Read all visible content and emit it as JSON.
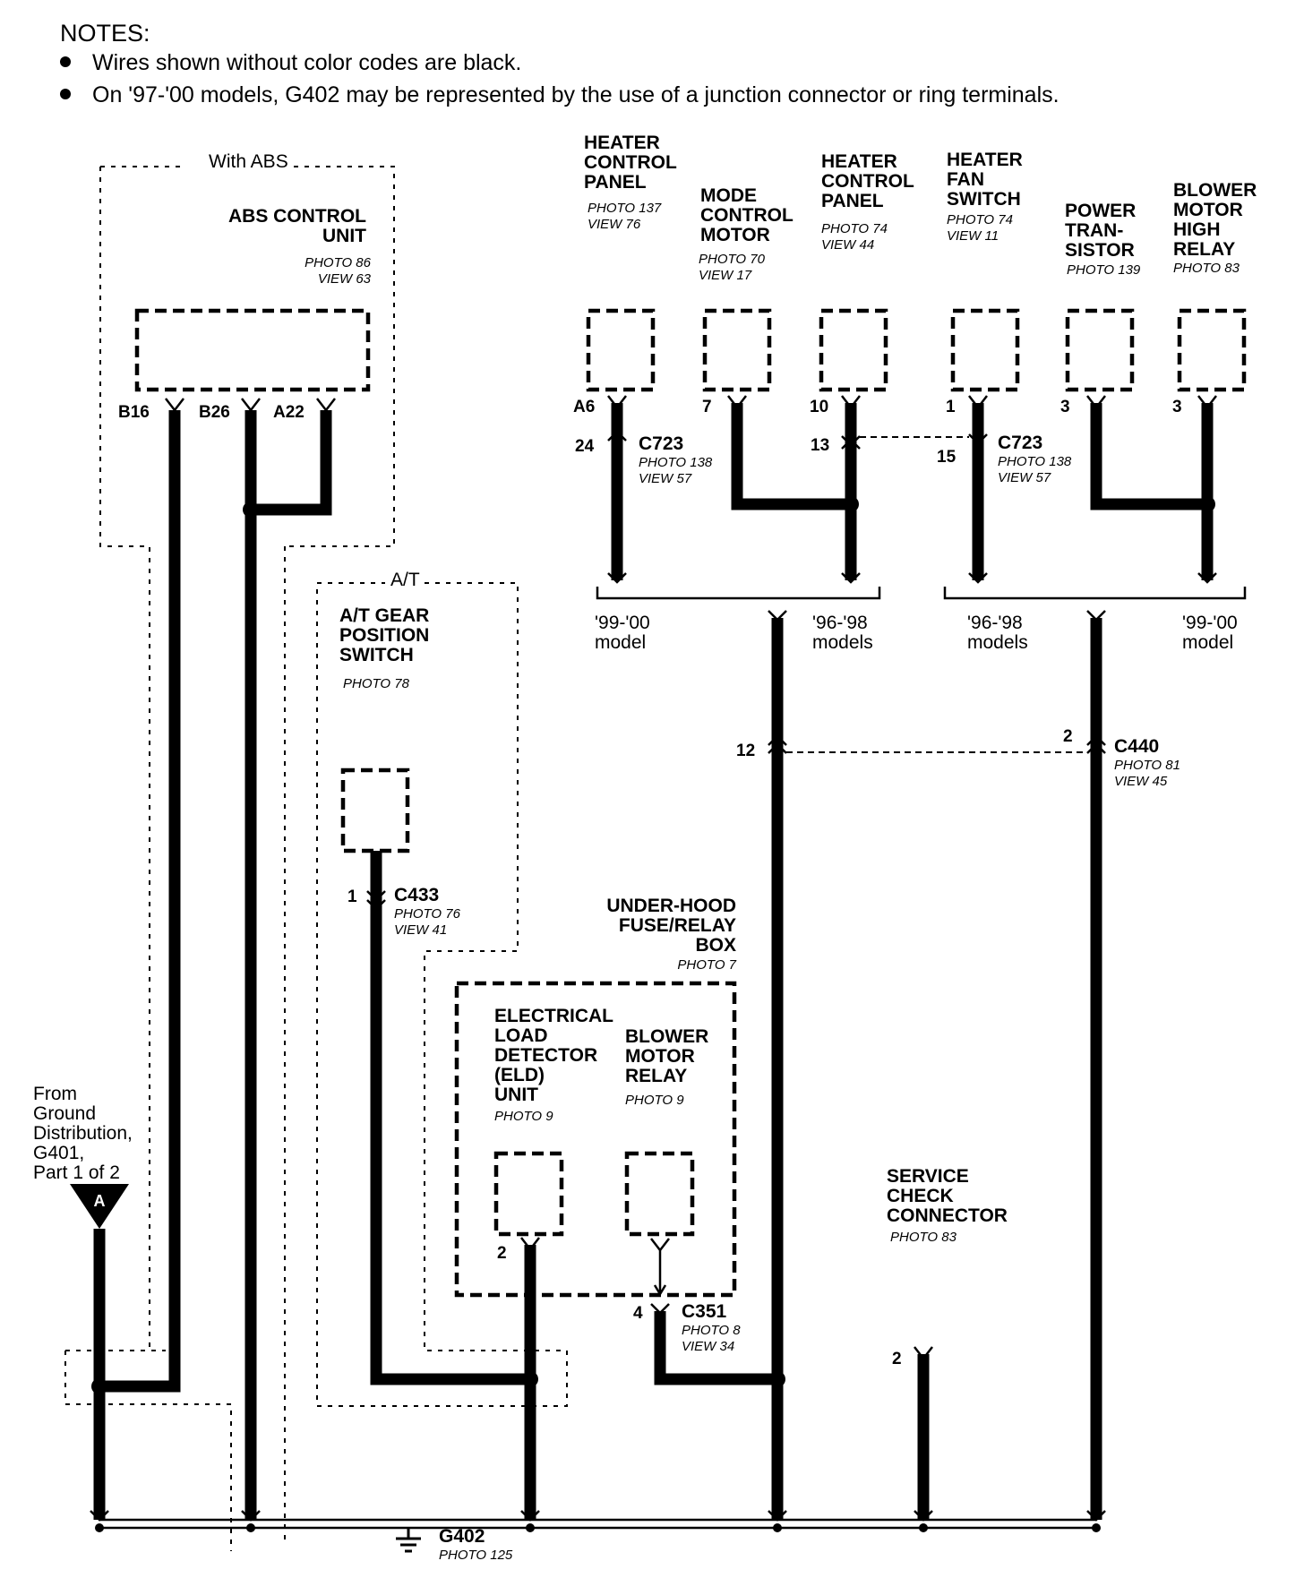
{
  "notes": {
    "heading": "NOTES:",
    "items": [
      "Wires shown without color codes are black.",
      "On '97-'00 models, G402 may be represented by the use of a junction connector or ring terminals."
    ]
  },
  "frames": {
    "with_abs": "With ABS",
    "at": "A/T"
  },
  "components": {
    "abs": {
      "name": [
        "ABS CONTROL",
        "UNIT"
      ],
      "photo": "PHOTO 86",
      "view": "VIEW 63",
      "pins": [
        "B16",
        "B26",
        "A22"
      ]
    },
    "heater_panel_a6": {
      "name": [
        "HEATER",
        "CONTROL",
        "PANEL"
      ],
      "photo": "PHOTO 137",
      "view": "VIEW 76",
      "pin": "A6"
    },
    "mode_motor": {
      "name": [
        "MODE",
        "CONTROL",
        "MOTOR"
      ],
      "photo": "PHOTO 70",
      "view": "VIEW 17",
      "pin": "7"
    },
    "heater_panel_10": {
      "name": [
        "HEATER",
        "CONTROL",
        "PANEL"
      ],
      "photo": "PHOTO 74",
      "view": "VIEW 44",
      "pin": "10"
    },
    "fan_switch": {
      "name": [
        "HEATER",
        "FAN",
        "SWITCH"
      ],
      "photo": "PHOTO 74",
      "view": "VIEW 11",
      "pin": "1"
    },
    "power_transistor": {
      "name": [
        "POWER",
        "TRAN-",
        "SISTOR"
      ],
      "photo": "PHOTO 139",
      "pin": "3"
    },
    "blower_high_relay": {
      "name": [
        "BLOWER",
        "MOTOR",
        "HIGH",
        "RELAY"
      ],
      "photo": "PHOTO 83",
      "pin": "3"
    },
    "at_switch": {
      "name": [
        "A/T GEAR",
        "POSITION",
        "SWITCH"
      ],
      "photo": "PHOTO 78"
    },
    "fuse_box": {
      "name": [
        "UNDER-HOOD",
        "FUSE/RELAY",
        "BOX"
      ],
      "photo": "PHOTO 7"
    },
    "eld": {
      "name": [
        "ELECTRICAL",
        "LOAD",
        "DETECTOR",
        "(ELD)",
        "UNIT"
      ],
      "photo": "PHOTO 9",
      "pin": "2"
    },
    "blower_relay": {
      "name": [
        "BLOWER",
        "MOTOR",
        "RELAY"
      ],
      "photo": "PHOTO 9"
    },
    "service_check": {
      "name": [
        "SERVICE",
        "CHECK",
        "CONNECTOR"
      ],
      "photo": "PHOTO 83",
      "pin": "2"
    }
  },
  "connectors": {
    "c723_left": {
      "id": "C723",
      "photo": "PHOTO 138",
      "view": "VIEW 57",
      "pins": [
        "24",
        "13"
      ]
    },
    "c723_right": {
      "id": "C723",
      "photo": "PHOTO 138",
      "view": "VIEW 57",
      "pin": "15"
    },
    "c440": {
      "id": "C440",
      "photo": "PHOTO 81",
      "view": "VIEW 45",
      "pins": [
        "12",
        "2"
      ]
    },
    "c433": {
      "id": "C433",
      "photo": "PHOTO 76",
      "view": "VIEW 41",
      "pin": "1"
    },
    "c351": {
      "id": "C351",
      "photo": "PHOTO 8",
      "view": "VIEW 34",
      "pin": "4"
    }
  },
  "model_labels": {
    "left_99_00": [
      "'99-'00",
      "model"
    ],
    "left_96_98": [
      "'96-'98",
      "models"
    ],
    "right_96_98": [
      "'96-'98",
      "models"
    ],
    "right_99_00": [
      "'99-'00",
      "model"
    ]
  },
  "ground_source": {
    "text": [
      "From",
      "Ground",
      "Distribution,",
      "G401,",
      "Part 1 of 2"
    ],
    "marker": "A"
  },
  "ground": {
    "id": "G402",
    "photo": "PHOTO 125"
  }
}
